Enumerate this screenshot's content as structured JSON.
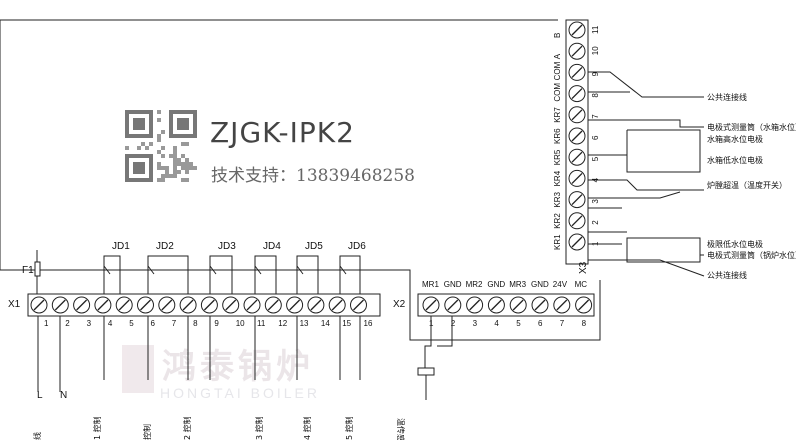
{
  "board": {
    "model": "ZJGK-IPK2",
    "support": "技术支持：13839468258"
  },
  "watermark": {
    "cn": "鸿泰锅炉",
    "en": "HONGTAI BOILER"
  },
  "x1": {
    "label": "X1",
    "fuse": "F1",
    "numbers": [
      "1",
      "2",
      "3",
      "4",
      "5",
      "6",
      "7",
      "8",
      "9",
      "10",
      "11",
      "12",
      "13",
      "14",
      "15",
      "16"
    ],
    "relays": [
      "JD1",
      "JD2",
      "JD3",
      "JD4",
      "JD5",
      "JD6"
    ],
    "bottom_labels": [
      "L",
      "N"
    ],
    "bottom_cut": [
      "线",
      "1 控制",
      "控制",
      "2 控制",
      "3 控制",
      "4 控制",
      "5 控制"
    ]
  },
  "x2": {
    "label": "X2",
    "headers": [
      "MR1",
      "GND",
      "MR2",
      "GND",
      "MR3",
      "GND",
      "24V",
      "MC"
    ],
    "numbers": [
      "1",
      "2",
      "3",
      "4",
      "5",
      "6",
      "7",
      "8"
    ],
    "sensor_cut": "温传感器"
  },
  "x3": {
    "label": "X3",
    "names": [
      "KR1",
      "KR2",
      "KR3",
      "KR4",
      "KR5",
      "KR6",
      "KR7",
      "COM",
      "COM",
      "A",
      "B"
    ],
    "numbers": [
      "1",
      "2",
      "3",
      "4",
      "5",
      "6",
      "7",
      "8",
      "9",
      "10",
      "11"
    ]
  },
  "notes": {
    "common1": "公共连接线",
    "high_level": "电极式测量筒（水箱水位）",
    "tank_high": "水箱高水位电极",
    "tank_low": "水箱低水位电极",
    "overheat": "炉膛超温（温度开关）",
    "boiler_low": "极限低水位电极",
    "boiler_meter": "电极式测量筒（锅炉水位）",
    "common2": "公共连接线"
  }
}
